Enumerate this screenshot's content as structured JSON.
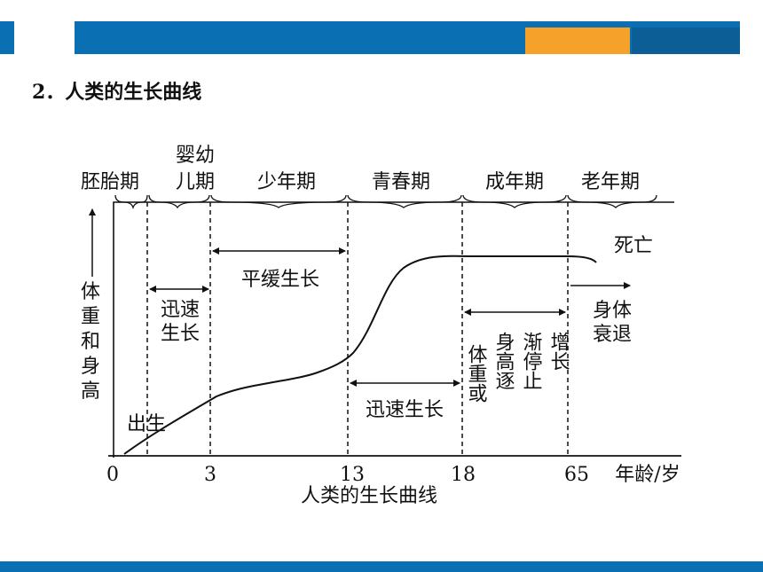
{
  "heading": "2．人类的生长曲线",
  "diagram": {
    "stages": [
      "胚胎期",
      "婴幼",
      "儿期",
      "少年期",
      "青春期",
      "成年期",
      "老年期"
    ],
    "x_ticks": [
      "0",
      "3",
      "13",
      "18",
      "65"
    ],
    "x_axis_label": "年龄/岁",
    "y_axis_label": [
      "体",
      "重",
      "和",
      "身",
      "高"
    ],
    "caption": "人类的生长曲线",
    "birth_label": "出生",
    "death_label": "死亡",
    "annotations": {
      "rapid_infant": [
        "迅速",
        "生长"
      ],
      "slow_growth": "平缓生长",
      "rapid_puberty": "迅速生长",
      "adult_cols": [
        "体重或",
        "身高逐",
        "渐停止",
        "增长"
      ],
      "old_age": [
        "身体",
        "衰退"
      ]
    }
  },
  "colors": {
    "header_blue": "#0a6fb3",
    "header_orange": "#f5a12a",
    "header_dark": "#0c5f96"
  }
}
